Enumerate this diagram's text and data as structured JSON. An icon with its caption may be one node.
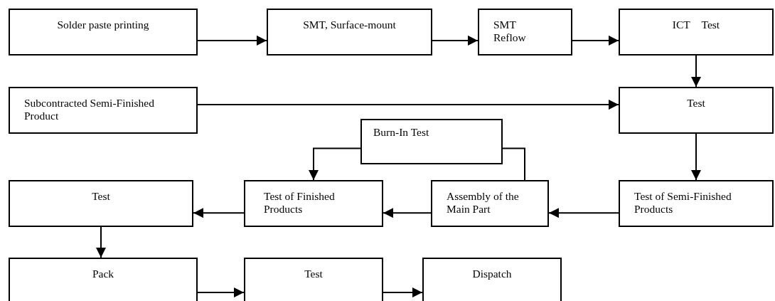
{
  "diagram": {
    "nodes": [
      {
        "text": [
          "Solder paste printing"
        ]
      },
      {
        "text": [
          "SMT, Surface-mount"
        ]
      },
      {
        "text": [
          "SMT Reflow"
        ]
      },
      {
        "text": [
          "ICT　Test"
        ]
      },
      {
        "text": [
          "Subcontracted Semi-Finished Product"
        ]
      },
      {
        "text": [
          "Test"
        ]
      },
      {
        "text": [
          "Burn-In Test"
        ]
      },
      {
        "text": [
          "Test"
        ]
      },
      {
        "text": [
          "Test of Finished Products"
        ]
      },
      {
        "text": [
          "Assembly of the Main Part"
        ]
      },
      {
        "text": [
          "Test of Semi-Finished Products"
        ]
      },
      {
        "text": [
          "Pack"
        ]
      },
      {
        "text": [
          "Test"
        ]
      },
      {
        "text": [
          "Dispatch"
        ]
      }
    ],
    "edges": [
      {
        "from": 0,
        "to": 1,
        "arrow": "to"
      },
      {
        "from": 1,
        "to": 2,
        "arrow": "to"
      },
      {
        "from": 2,
        "to": 3,
        "arrow": "to"
      },
      {
        "from": 3,
        "to": 5,
        "arrow": "to"
      },
      {
        "from": 4,
        "to": 5,
        "arrow": "to"
      },
      {
        "from": 5,
        "to": 10,
        "arrow": "to"
      },
      {
        "from": 10,
        "to": 9,
        "arrow": "to"
      },
      {
        "from": 9,
        "to": 8,
        "arrow": "to"
      },
      {
        "from": 8,
        "to": 7,
        "arrow": "to"
      },
      {
        "from": 9,
        "to": 6,
        "arrow": "none"
      },
      {
        "from": 6,
        "to": 8,
        "arrow": "to"
      },
      {
        "from": 7,
        "to": 11,
        "arrow": "to"
      },
      {
        "from": 11,
        "to": 12,
        "arrow": "to"
      },
      {
        "from": 12,
        "to": 13,
        "arrow": "to"
      }
    ]
  }
}
